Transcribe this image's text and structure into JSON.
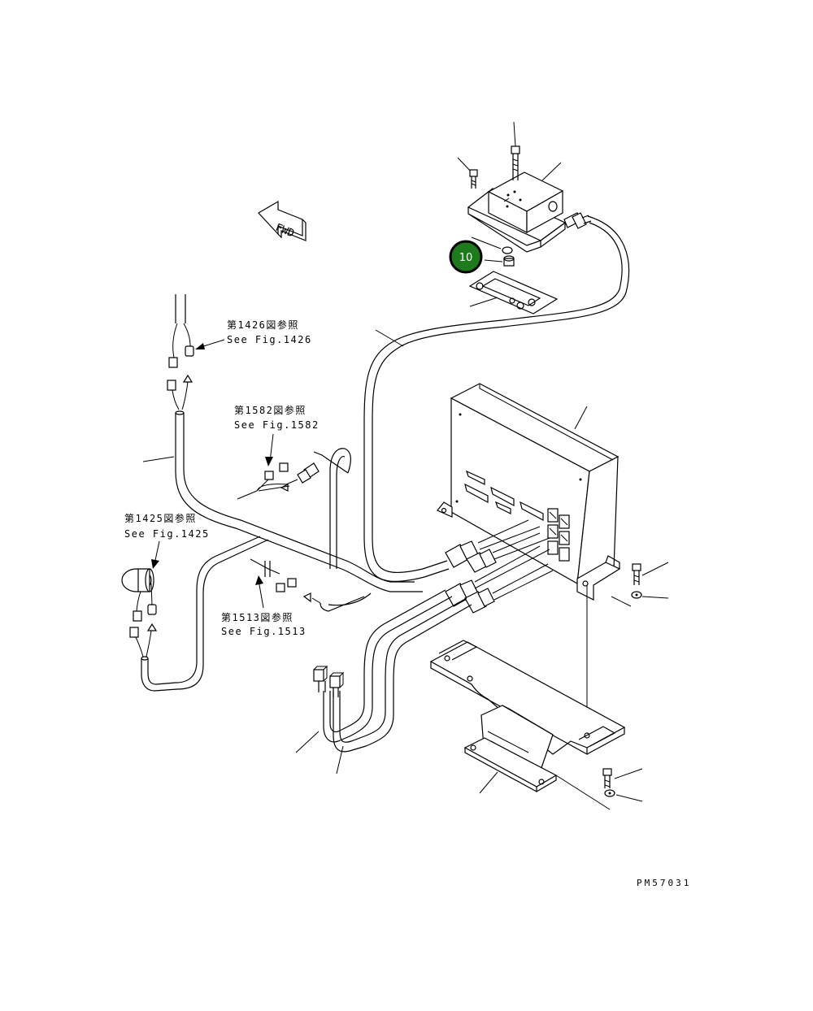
{
  "callouts": [
    {
      "id": "10",
      "fill": "#1d7a1d",
      "stroke": "#000000",
      "text_color": "#ffffff"
    }
  ],
  "references": [
    {
      "jp": "第1426図参照",
      "en": "See Fig.1426"
    },
    {
      "jp": "第1582図参照",
      "en": "See Fig.1582"
    },
    {
      "jp": "第1425図参照",
      "en": "See Fig.1425"
    },
    {
      "jp": "第1513図参照",
      "en": "See Fig.1513"
    }
  ],
  "direction_marker": "FWD",
  "drawing_code": "PM57031",
  "colors": {
    "line": "#000000",
    "background": "#ffffff"
  }
}
